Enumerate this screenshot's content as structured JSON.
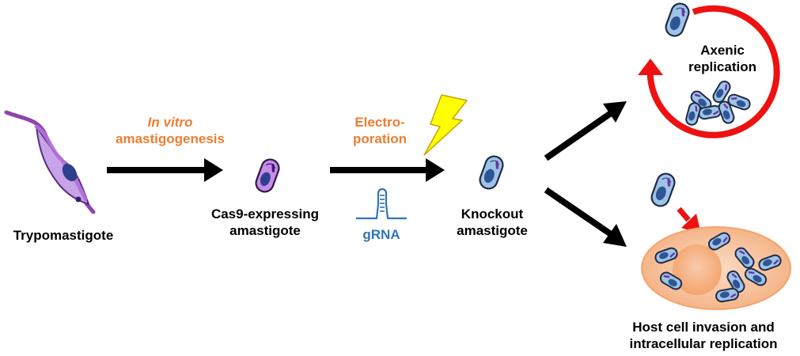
{
  "steps": {
    "trypomastigote": {
      "label": "Trypomastigote"
    },
    "cas9_amastigote": {
      "line1": "Cas9-expressing",
      "line2": "amastigote"
    },
    "knockout_amastigote": {
      "line1": "Knockout",
      "line2": "amastigote"
    }
  },
  "transitions": {
    "amastigogenesis": {
      "line1": "In vitro",
      "line2": "amastigogenesis"
    },
    "electroporation": {
      "line1": "Electro-",
      "line2": "poration"
    },
    "grna": {
      "label": "gRNA"
    }
  },
  "outcomes": {
    "axenic": {
      "line1": "Axenic",
      "line2": "replication"
    },
    "host_cell": {
      "line1": "Host cell invasion and",
      "line2": "intracellular replication"
    }
  },
  "colors": {
    "accent_orange": "#ED7D31",
    "grna_blue": "#2E75B6",
    "cycle_red": "#EE1111",
    "lightning_yellow": "#FFFF00",
    "host_cell_peach": "#F8CBAD",
    "trypanosome_purple": "#B070D8",
    "amastigote_blue": "#9DC3E6"
  },
  "icons": [
    "trypomastigote-icon",
    "cas9-amastigote-icon",
    "knockout-amastigote-icon",
    "lightning-icon",
    "grna-icon",
    "axenic-cycle-icon",
    "host-cell-icon"
  ]
}
